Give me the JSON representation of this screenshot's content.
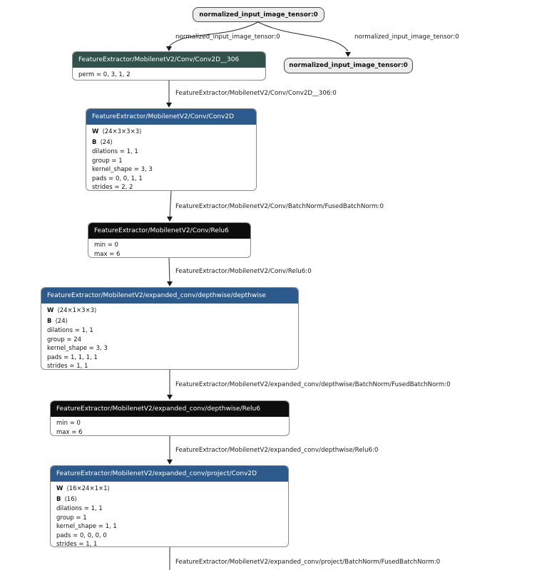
{
  "palette": {
    "layer_header": "#2d5a8c",
    "transform_header": "#31524a",
    "activation_header": "#0d0d0d",
    "io_node_fill": "#ececec",
    "edge_color": "#2b2b2b"
  },
  "graph": {
    "io_nodes": [
      {
        "label": "normalized_input_image_tensor:0"
      },
      {
        "label": "normalized_input_image_tensor:0"
      }
    ],
    "edge_labels": [
      "normalized_input_image_tensor:0",
      "normalized_input_image_tensor:0",
      "FeatureExtractor/MobilenetV2/Conv/Conv2D__306:0",
      "FeatureExtractor/MobilenetV2/Conv/BatchNorm/FusedBatchNorm:0",
      "FeatureExtractor/MobilenetV2/Conv/Relu6:0",
      "FeatureExtractor/MobilenetV2/expanded_conv/depthwise/BatchNorm/FusedBatchNorm:0",
      "FeatureExtractor/MobilenetV2/expanded_conv/depthwise/Relu6:0",
      "FeatureExtractor/MobilenetV2/expanded_conv/project/BatchNorm/FusedBatchNorm:0"
    ],
    "nodes": [
      {
        "title": "FeatureExtractor/MobilenetV2/Conv/Conv2D__306",
        "category": "transform",
        "attrs": [
          "perm = 0, 3, 1, 2"
        ]
      },
      {
        "title": "FeatureExtractor/MobilenetV2/Conv/Conv2D",
        "category": "layer",
        "params": [
          {
            "name": "W",
            "shape": "⟨24×3×3×3⟩"
          },
          {
            "name": "B",
            "shape": "⟨24⟩"
          }
        ],
        "attrs": [
          "dilations = 1, 1",
          "group = 1",
          "kernel_shape = 3, 3",
          "pads = 0, 0, 1, 1",
          "strides = 2, 2"
        ]
      },
      {
        "title": "FeatureExtractor/MobilenetV2/Conv/Relu6",
        "category": "activation",
        "attrs": [
          "min = 0",
          "max = 6"
        ]
      },
      {
        "title": "FeatureExtractor/MobilenetV2/expanded_conv/depthwise/depthwise",
        "category": "layer",
        "params": [
          {
            "name": "W",
            "shape": "⟨24×1×3×3⟩"
          },
          {
            "name": "B",
            "shape": "⟨24⟩"
          }
        ],
        "attrs": [
          "dilations = 1, 1",
          "group = 24",
          "kernel_shape = 3, 3",
          "pads = 1, 1, 1, 1",
          "strides = 1, 1"
        ]
      },
      {
        "title": "FeatureExtractor/MobilenetV2/expanded_conv/depthwise/Relu6",
        "category": "activation",
        "attrs": [
          "min = 0",
          "max = 6"
        ]
      },
      {
        "title": "FeatureExtractor/MobilenetV2/expanded_conv/project/Conv2D",
        "category": "layer",
        "params": [
          {
            "name": "W",
            "shape": "⟨16×24×1×1⟩"
          },
          {
            "name": "B",
            "shape": "⟨16⟩"
          }
        ],
        "attrs": [
          "dilations = 1, 1",
          "group = 1",
          "kernel_shape = 1, 1",
          "pads = 0, 0, 0, 0",
          "strides = 1, 1"
        ]
      }
    ]
  }
}
